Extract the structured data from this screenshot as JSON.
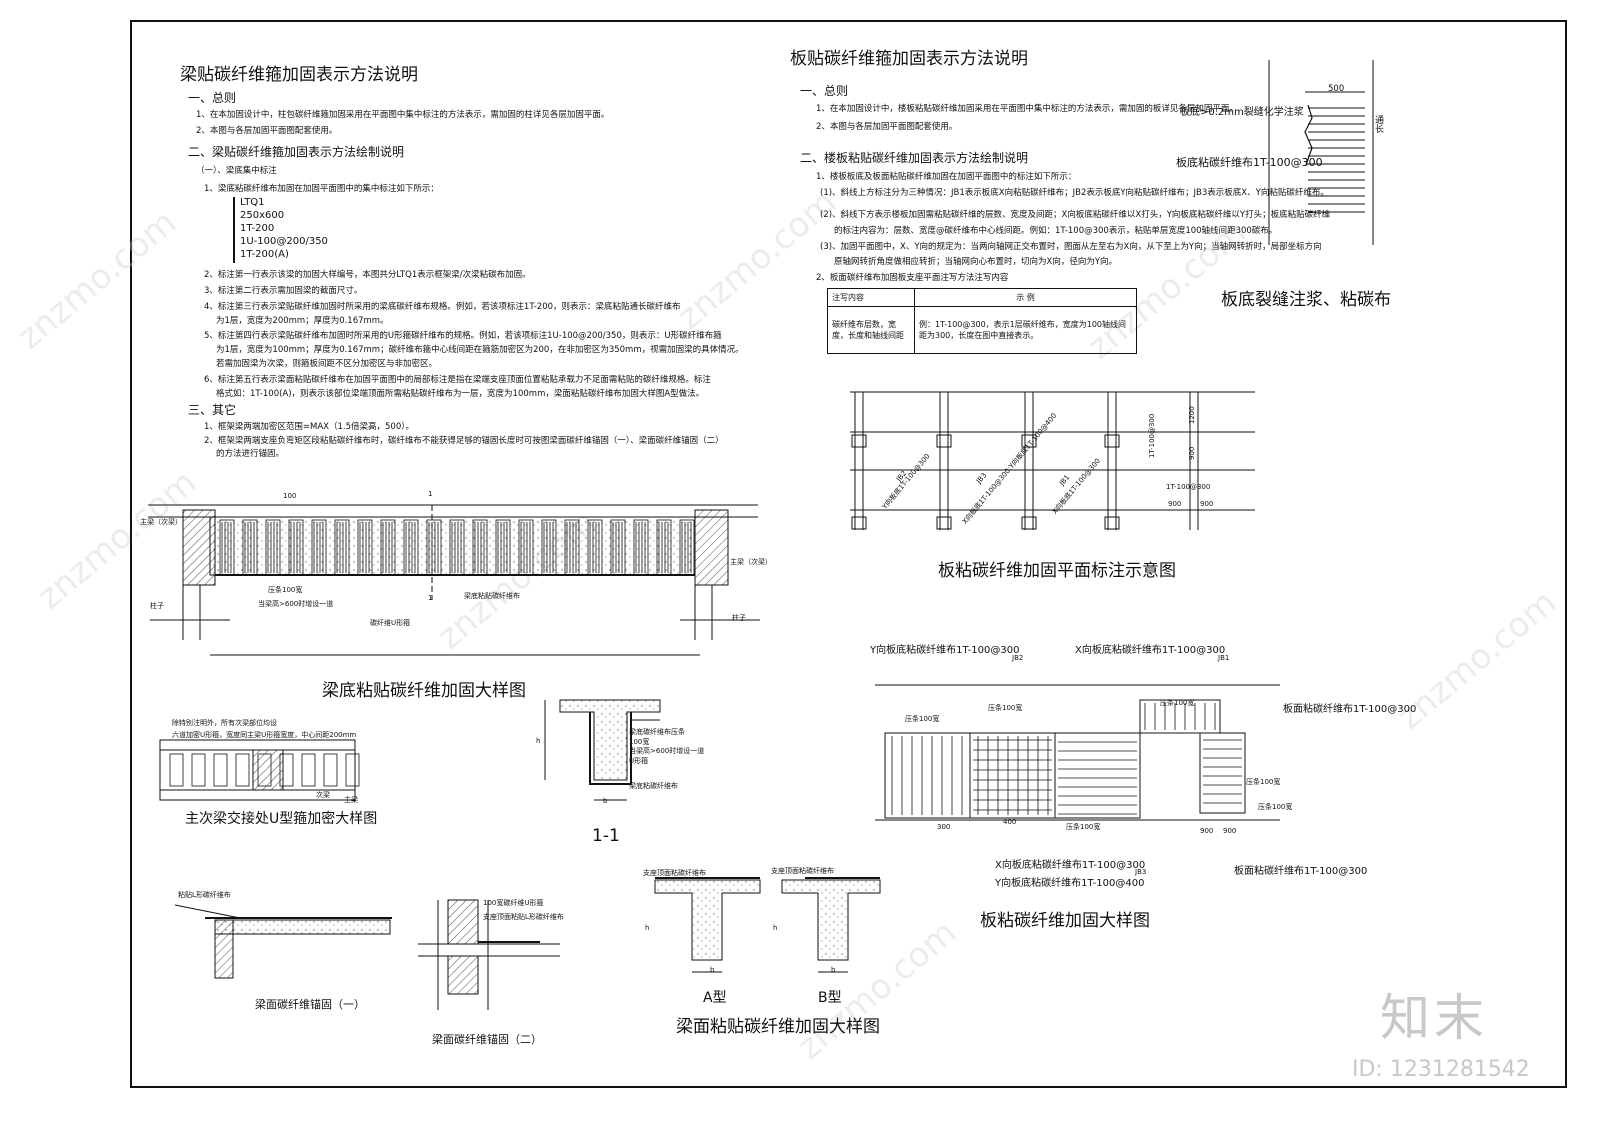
{
  "left_title": "梁贴碳纤维箍加固表示方法说明",
  "left_s1": "一、总则",
  "left_s1_lines": [
    "1、在本加固设计中，柱包碳纤维箍加固采用在平面图中集中标注的方法表示，需加固的柱详见各层加固平面。",
    "2、本图与各层加固平面图配套使用。"
  ],
  "left_s2": "二、梁贴碳纤维箍加固表示方法绘制说明",
  "left_s2_sub": "（一）、梁底集中标注",
  "left_s2_1": "1、梁底粘碳纤维布加固在加固平面图中的集中标注如下所示：",
  "code_lines": [
    "LTQ1",
    "250x600",
    "1T-200",
    "1U-100@200/350",
    "1T-200(A)"
  ],
  "left_items": [
    "2、标注第一行表示该梁的加固大样编号，本图共分LTQ1表示框架梁/次梁粘碳布加固。",
    "3、标注第二行表示需加固梁的截面尺寸。",
    "4、标注第三行表示梁贴碳纤维加固时所采用的梁底碳纤维布规格。例如，若该项标注1T-200，则表示：梁底粘贴通长碳纤维布",
    "为1层，宽度为200mm；厚度为0.167mm。",
    "5、标注第四行表示梁贴碳纤维布加固时所采用的U形箍碳纤维布的规格。例如，若该项标注1U-100@200/350，则表示：U形碳纤维布箍",
    "为1层，宽度为100mm；厚度为0.167mm；碳纤维布箍中心线间距在箍筋加密区为200，在非加密区为350mm，视需加固梁的具体情况。",
    "若需加固梁为次梁，则箍板间距不区分加密区与非加密区。",
    "6、标注第五行表示梁面粘贴碳纤维布在加固平面图中的局部标注是指在梁端支座顶面位置粘贴承载力不足面需粘贴的碳纤维规格。标注",
    "格式如：1T-100(A)，则表示该部位梁端顶面所需粘贴碳纤维布为一层，宽度为100mm，梁面粘贴碳纤维布加固大样图A型做法。"
  ],
  "left_s3": "三、其它",
  "left_s3_lines": [
    "1、框架梁两端加密区范围=MAX（1.5倍梁高，500）。",
    "2、框架梁两端支座负弯矩区段粘贴碳纤维布时，碳纤维布不能获得足够的锚固长度时可按图梁面碳纤维锚固（一）、梁面碳纤维锚固（二）",
    "的方法进行锚固。"
  ],
  "right_title": "板贴碳纤维箍加固表示方法说明",
  "right_s1": "一、总则",
  "right_s1_lines": [
    "1、在本加固设计中，楼板粘贴碳纤维加固采用在平面图中集中标注的方法表示，需加固的板详见各层加固平面。",
    "2、本图与各层加固平面图配套使用。"
  ],
  "right_s2": "二、楼板粘贴碳纤维加固表示方法绘制说明",
  "right_s2_lines": [
    "1、楼板板底及板面粘贴碳纤维加固在加固平面图中的标注如下所示：",
    "(1)、斜线上方标注分为三种情况：JB1表示板底X向粘贴碳纤维布；JB2表示板底Y向粘贴碳纤维布；JB3表示板底X、Y向粘贴碳纤维布。",
    "(2)、斜线下方表示楼板加固需粘贴碳纤维的层数、宽度及间距；X向板底粘碳纤维以X打头，Y向板底粘碳纤维以Y打头；板底粘贴碳纤维",
    "的标注内容为：层数、宽度@碳纤维布中心线间距。例如：1T-100@300表示，粘贴单层宽度100轴线间距300碳布。",
    "(3)、加固平面图中，X、Y向的规定为：当两向轴网正交布置时，图面从左至右为X向，从下至上为Y向；当轴网转折时，局部坐标方向",
    "原轴网转折角度做相应转折；当轴网向心布置时，切向为X向，径向为Y向。",
    "2、板面碳纤维布加固板支座平面注写方法注写内容"
  ],
  "legend_header": [
    "注写内容",
    "示  例"
  ],
  "legend_row": [
    "碳纤维布层数，宽度，长度和轴线间距",
    "例：1T-100@300，表示1层碳纤维布，宽度为100轴线间距为300，长度在图中直接表示。"
  ],
  "crack_label": "板底>0.2mm裂缝化学注浆",
  "crack_dim": "500",
  "crack_side": "通长",
  "crack_spec": "板底粘碳纤维布1T-100@300",
  "crack_caption": "板底裂缝注浆、粘碳布",
  "plan_caption": "板粘碳纤维加固平面标注示意图",
  "plan_labels": [
    "JB2",
    "Y向板底1T-100@300",
    "JB3",
    "X向板底1T-100@300;Y向板底1T-100@400",
    "JB1",
    "X向板底1T-100@300"
  ],
  "plan_dims": [
    "1T-100@300",
    "1200",
    "900",
    "1T-100@300",
    "900",
    "900"
  ],
  "beam_caption": "梁底粘贴碳纤维加固大样图",
  "beam_labels": {
    "main_left": "主梁（次梁）",
    "main_right": "主梁（次梁）",
    "column_left": "柱子",
    "column_right": "柱子",
    "dim100": "100",
    "section": "1",
    "press": "压条100宽",
    "press_note": "当梁高>600时增设一道",
    "u_hoop": "碳纤维U形箍",
    "bottom": "梁底粘贴碳纤维布"
  },
  "junction_caption": "主次梁交接处U型箍加密大样图",
  "junction_note1": "除特别注明外，所有次梁部位均设",
  "junction_note2": "六道加密U形箍，宽度同主梁U形箍宽度，中心间距200mm",
  "junction_secondary": "次梁",
  "junction_main": "主梁",
  "sec11_caption": "1-1",
  "sec11_labels": [
    "梁底碳纤维布压条",
    "100宽",
    "当梁高>600时增设一道",
    "U形箍",
    "梁底粘碳纤维布",
    "h",
    "b"
  ],
  "anchor1_label": "粘贴L形碳纤维布",
  "anchor1_caption": "梁面碳纤维锚固（一）",
  "anchor2_labels": [
    "100宽碳纤维U形箍",
    "支座顶面粘贴L形碳纤维布"
  ],
  "anchor2_caption": "梁面碳纤维锚固（二）",
  "typeA_label": "支座顶面粘碳纤维布",
  "typeB_label": "支座顶面粘碳纤维布",
  "typeA": "A型",
  "typeB": "B型",
  "type_h": "h",
  "type_b": "b",
  "type_caption": "梁面粘贴碳纤维加固大样图",
  "detail_caption": "板粘碳纤维加固大样图",
  "detail_labels": {
    "y_top": "Y向板底粘碳纤维布1T-100@300",
    "jb2": "JB2",
    "x_top": "X向板底粘碳纤维布1T-100@300",
    "jb1": "JB1",
    "top_right": "板面粘碳纤维布1T-100@300",
    "bot_xy1": "X向板底粘碳纤维布1T-100@300",
    "bot_xy2": "Y向板底粘碳纤维布1T-100@400",
    "jb3": "JB3",
    "bot_right": "板面粘碳纤维布1T-100@300",
    "press": "压条100宽",
    "d900": "900",
    "d400": "400",
    "d300": "300"
  },
  "logo": "知末",
  "id_text": "ID: 1231281542",
  "watermark": "znzmo.com"
}
